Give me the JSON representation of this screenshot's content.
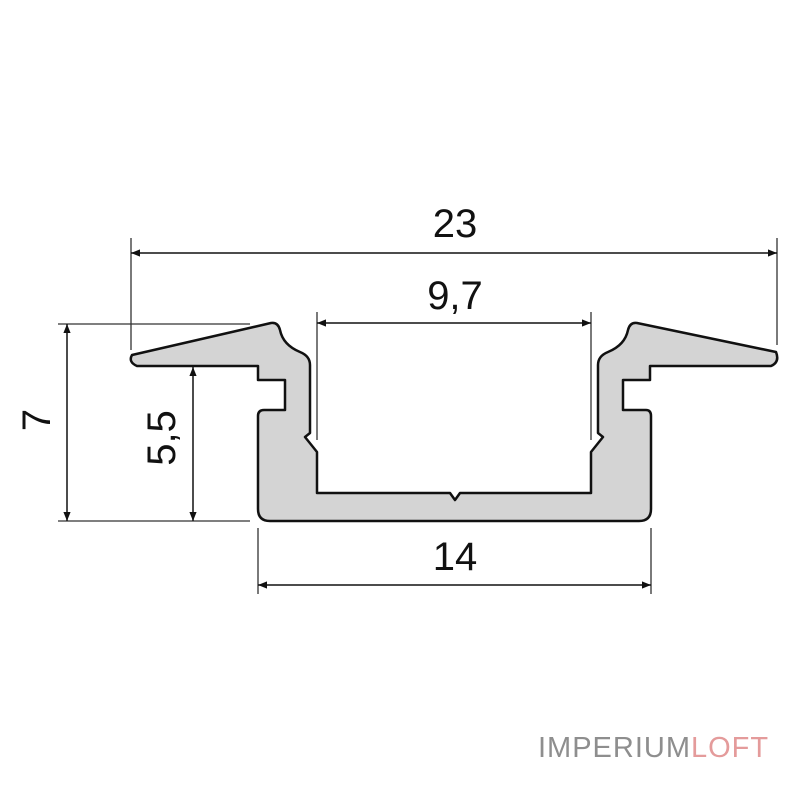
{
  "dimensions": {
    "overall_width": "23",
    "channel_inner_width": "9,7",
    "body_width": "14",
    "overall_height": "7",
    "body_height": "5,5"
  },
  "logo": {
    "part1": "IMPERIUM",
    "part2": "LOFT"
  },
  "colors": {
    "profile_fill": "#d4d4d4",
    "outline": "#111111",
    "logo_gray": "#8e8e8e",
    "logo_pink": "#e49b9b"
  }
}
